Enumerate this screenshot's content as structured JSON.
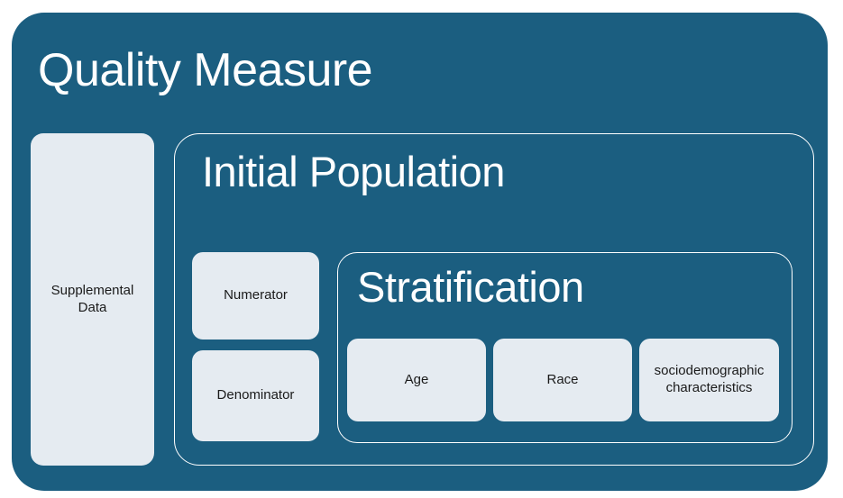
{
  "diagram": {
    "title": "Quality Measure",
    "supplemental_data": {
      "label": "Supplemental\nData"
    },
    "initial_population": {
      "title": "Initial Population",
      "numerator_label": "Numerator",
      "denominator_label": "Denominator",
      "stratification": {
        "title": "Stratification",
        "items": [
          {
            "label": "Age"
          },
          {
            "label": "Race"
          },
          {
            "label": "sociodemographic characteristics"
          }
        ]
      }
    },
    "colors": {
      "background": "#1b5e80",
      "card": "#e5ebf1",
      "outline": "#ffffff",
      "heading_text": "#ffffff",
      "card_text": "#1a1a1a",
      "page_background": "#ffffff"
    }
  }
}
